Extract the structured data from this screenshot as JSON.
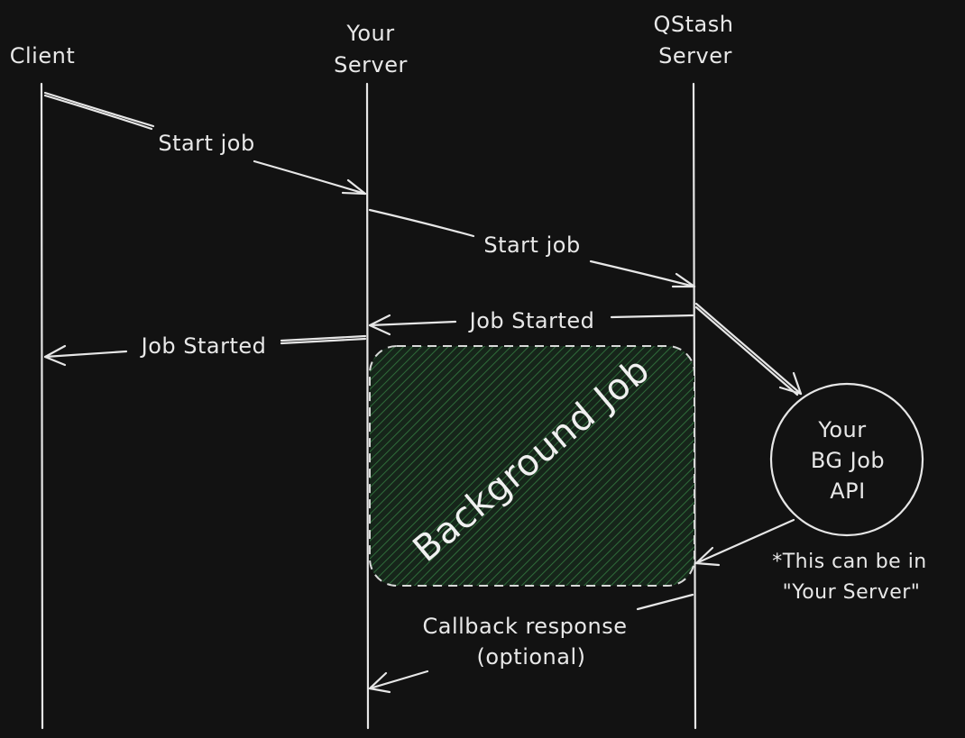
{
  "participants": {
    "client": {
      "label": "Client"
    },
    "your_server": {
      "line1": "Your",
      "line2": "Server"
    },
    "qstash": {
      "line1": "QStash",
      "line2": "Server"
    }
  },
  "messages": {
    "client_start_job": "Start job",
    "server_start_job": "Start job",
    "qstash_job_started": "Job Started",
    "server_job_started": "Job Started",
    "callback_line1": "Callback response",
    "callback_line2": "(optional)"
  },
  "background_job": {
    "label": "Background Job",
    "fill_color": "#1f3a26"
  },
  "bg_job_api": {
    "line1": "Your",
    "line2": "BG Job",
    "line3": "API"
  },
  "note": {
    "line1": "*This can be in",
    "line2": "\"Your Server\""
  },
  "colors": {
    "background": "#121212",
    "stroke": "#e6e6e6",
    "hatch": "#2f6b3a"
  }
}
